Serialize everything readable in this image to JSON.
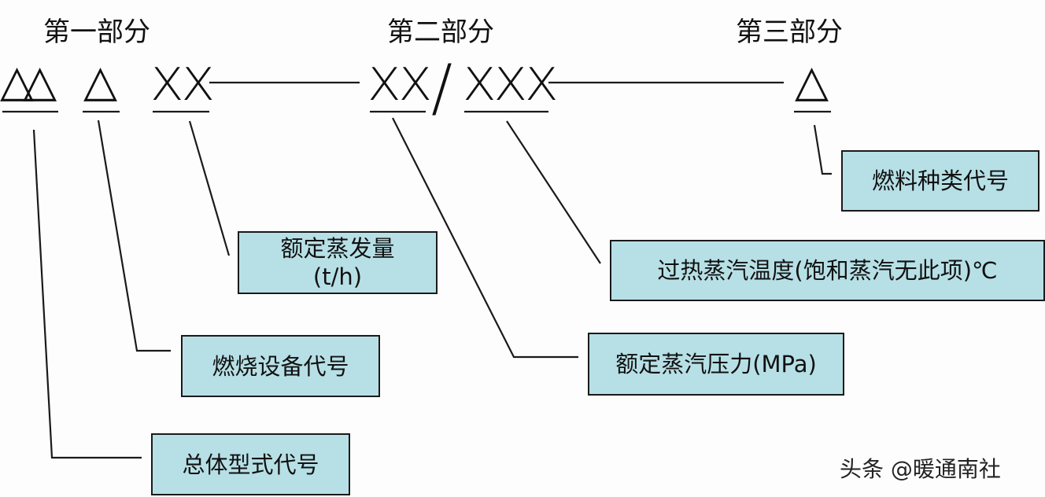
{
  "diagram": {
    "title_type": "boiler-model-code-structure",
    "parts": [
      {
        "id": "part1",
        "label": "第一部分"
      },
      {
        "id": "part2",
        "label": "第二部分"
      },
      {
        "id": "part3",
        "label": "第三部分"
      }
    ],
    "symbols": {
      "part1_group_a": "△△",
      "part1_group_b": "△",
      "part1_group_c": "XX",
      "part2_group_a": "XX",
      "part2_separator": "/",
      "part2_group_b": "XXX",
      "part3_group_a": "△"
    },
    "boxes": {
      "overall_type_code": "总体型式代号",
      "combustion_equipment_code": "燃烧设备代号",
      "rated_evaporation_line1": "额定蒸发量",
      "rated_evaporation_line2": "(t/h)",
      "rated_steam_pressure": "额定蒸汽压力(MPa)",
      "superheated_steam_temp": "过热蒸汽温度(饱和蒸汽无此项)℃",
      "fuel_type_code": "燃料种类代号"
    },
    "watermark": "头条 @暖通南社"
  },
  "colors": {
    "box_fill": "#b7e0e6",
    "line": "#1a1a1a",
    "background": "#fdfdfd"
  }
}
